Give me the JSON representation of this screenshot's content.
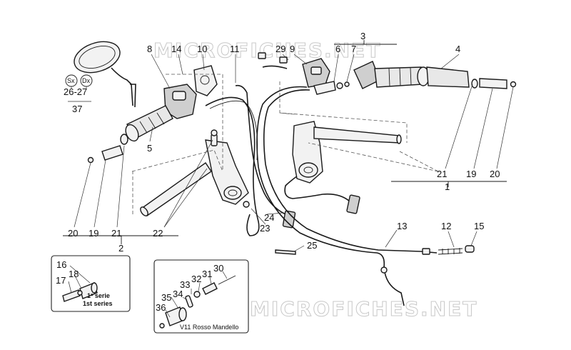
{
  "watermark": "MICROFICHES.NET",
  "callouts": {
    "c1": "1",
    "c2": "2",
    "c3": "3",
    "c4": "4",
    "c5": "5",
    "c6": "6",
    "c7": "7",
    "c8": "8",
    "c9": "9",
    "c10": "10",
    "c11": "11",
    "c12": "12",
    "c13": "13",
    "c14": "14",
    "c15": "15",
    "c16": "16",
    "c17": "17",
    "c18": "18",
    "c19a": "19",
    "c19b": "19",
    "c20a": "20",
    "c20b": "20",
    "c21a": "21",
    "c21b": "21",
    "c22": "22",
    "c23": "23",
    "c24": "24",
    "c25": "25",
    "c26_27": "26-27",
    "c29": "29",
    "c30": "30",
    "c31": "31",
    "c32": "32",
    "c33": "33",
    "c34": "34",
    "c35": "35",
    "c36": "36",
    "c37": "37"
  },
  "mirror_side": {
    "sx": "Sx",
    "dx": "Dx"
  },
  "inset_series": {
    "line1": "1ª serie",
    "line2": "1st series"
  },
  "inset_model": {
    "caption": "V11 Rosso Mandello"
  }
}
